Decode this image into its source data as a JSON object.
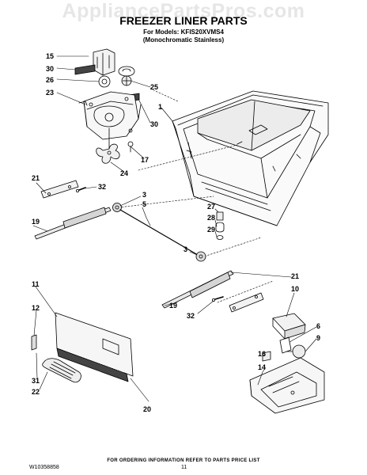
{
  "watermark": "AppliancePartsPros.com",
  "title": "FREEZER LINER PARTS",
  "models_line": "For Models: KFIS20XVMS4",
  "variant_line": "(Monochromatic Stainless)",
  "callouts": [
    "15",
    "30",
    "26",
    "23",
    "25",
    "1",
    "30",
    "17",
    "24",
    "21",
    "32",
    "3",
    "5",
    "19",
    "27",
    "28",
    "29",
    "3",
    "11",
    "21",
    "10",
    "12",
    "19",
    "32",
    "6",
    "9",
    "16",
    "14",
    "31",
    "22",
    "20"
  ],
  "footer": {
    "order_note": "FOR ORDERING INFORMATION REFER TO PARTS PRICE LIST",
    "doc_number": "W10358858",
    "page_number": "11"
  }
}
